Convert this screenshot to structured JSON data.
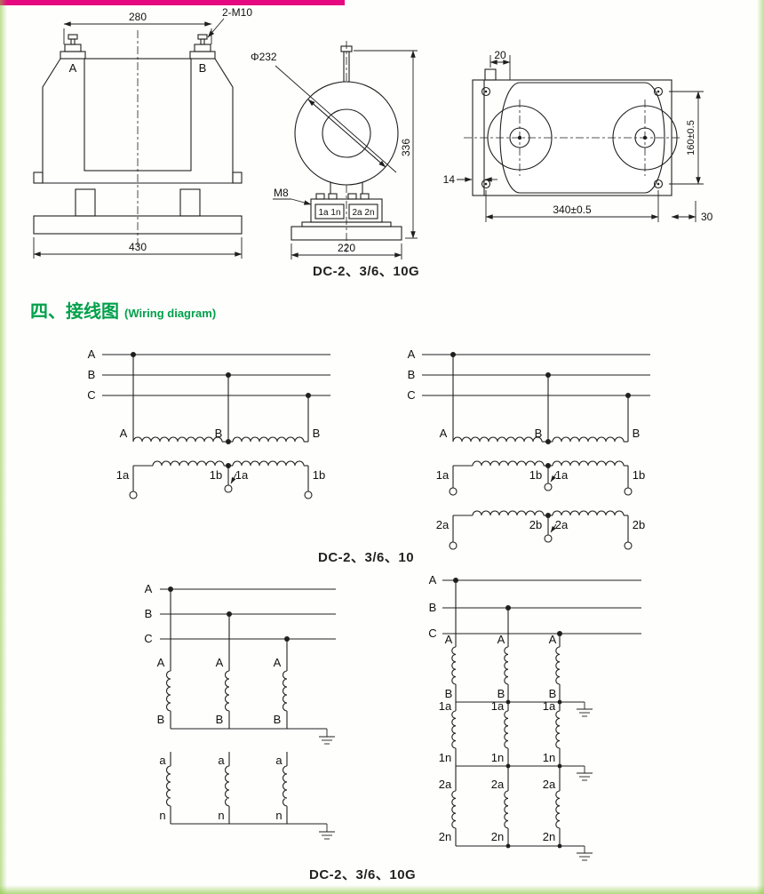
{
  "page": {
    "heading_zh": "四、接线图",
    "heading_en": "(Wiring diagram)",
    "caption_outline": "DC-2、3/6、10G",
    "caption_wiring_top": "DC-2、3/6、10",
    "caption_wiring_bottom": "DC-2、3/6、10G",
    "colors": {
      "heading_green": "#00a04a",
      "accent_magenta": "#e5087e",
      "edge_green": "#8bc540",
      "line_color": "#1f1f1f"
    }
  },
  "front_view": {
    "dim_top": "280",
    "bolt_callout": "2-M10",
    "terminal_left": "A",
    "terminal_right": "B",
    "dim_base": "430"
  },
  "ring_view": {
    "dim_diameter": "Φ232",
    "dim_height": "336",
    "thread_callout": "M8",
    "terminal_group_1": "1a 1n",
    "terminal_group_2": "2a 2n",
    "dim_base": "220"
  },
  "side_view": {
    "dim_offset": "20",
    "dim_plate": "14",
    "dim_hole_v": "160±0.5",
    "dim_hole_h": "340±0.5",
    "dim_edge": "30"
  },
  "wiring_vv": {
    "phases": [
      "A",
      "B",
      "C"
    ],
    "primary": [
      "A",
      "B",
      "B"
    ],
    "secondary1": [
      "1a",
      "1b",
      "1a",
      "1b"
    ],
    "secondary2": [
      "2a",
      "2b",
      "2a",
      "2b"
    ]
  },
  "wiring_star": {
    "phases": [
      "A",
      "B",
      "C"
    ],
    "primary": [
      "A",
      "B"
    ],
    "secondary": [
      "a",
      "n"
    ],
    "secondary1": [
      "1a",
      "1n"
    ],
    "secondary2": [
      "2a",
      "2n"
    ]
  }
}
